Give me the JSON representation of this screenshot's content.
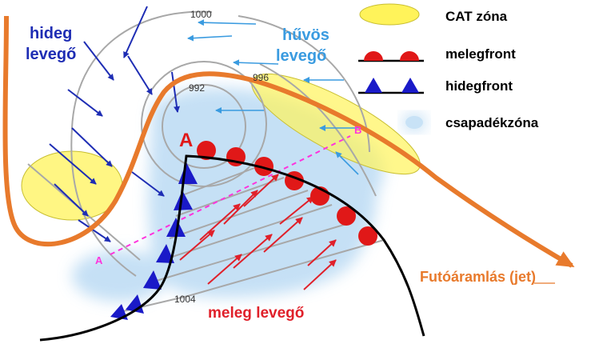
{
  "labels": {
    "cold_air": [
      "hideg",
      "levegő"
    ],
    "cool_air": [
      "hűvös",
      "levegő"
    ],
    "warm_air": "meleg levegő",
    "jet": "Futóáramlás (jet)",
    "low_pressure": "A",
    "point_a": "A",
    "point_b": "B"
  },
  "isobars": {
    "p1000": "1000",
    "p996": "996",
    "p992": "992",
    "p1004": "1004"
  },
  "legend": {
    "cat_zone": "CAT zóna",
    "warm_front": "melegfront",
    "cold_front": "hidegfront",
    "precip_zone": "csapadékzóna"
  },
  "colors": {
    "jet": "#E87A2C",
    "cold_air_text": "#1E2DB4",
    "cool_air_text": "#3A9BE0",
    "warm_air_text": "#E0202A",
    "warm_front": "#E01818",
    "cold_front": "#1A1AC8",
    "cat_zone": "#FFF35A",
    "precip_zone": "#BFDDF4",
    "isobar": "#A8A8A8",
    "section_line": "#FF33DD"
  }
}
